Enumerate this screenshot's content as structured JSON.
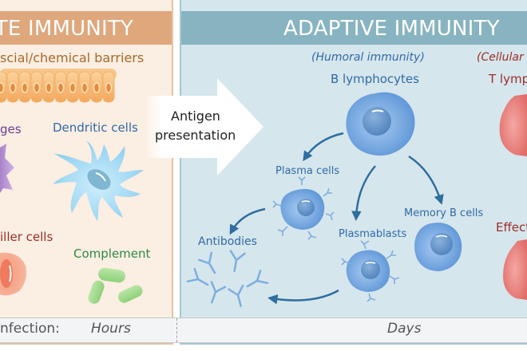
{
  "innate": {
    "title": "TE IMMUNITY",
    "barriers_label": "scial/chemical barriers",
    "macrophages_label": "ges",
    "dendritic_label": "Dendritic cells",
    "nk_label": "iller cells",
    "complement_label": "Complement"
  },
  "arrow": {
    "line1": "Antigen",
    "line2": "presentation"
  },
  "adaptive": {
    "title": "ADAPTIVE IMMUNITY",
    "humoral_label": "(Humoral immunity)",
    "cellular_label": "(Cellular",
    "b_lymphocytes_label": "B lymphocytes",
    "t_lymphocytes_label": "T lymp",
    "plasma_cells_label": "Plasma cells",
    "memory_b_label": "Memory B cells",
    "plasmablasts_label": "Plasmablasts",
    "antibodies_label": "Antibodies",
    "effector_label": "Effecto"
  },
  "timeline": {
    "label": "nfection:",
    "innate_time": "Hours",
    "adaptive_time": "Days"
  },
  "colors": {
    "innate_banner": "#dfa77c",
    "adaptive_banner": "#88b4c1",
    "innate_bg": "#fbeee2",
    "adaptive_bg": "#d6e6ed",
    "blue_text": "#2f6aa8",
    "red_text": "#9b2e24",
    "green_text": "#2e8a44",
    "purple_text": "#6a3d8f",
    "brown_text": "#a8692a"
  }
}
